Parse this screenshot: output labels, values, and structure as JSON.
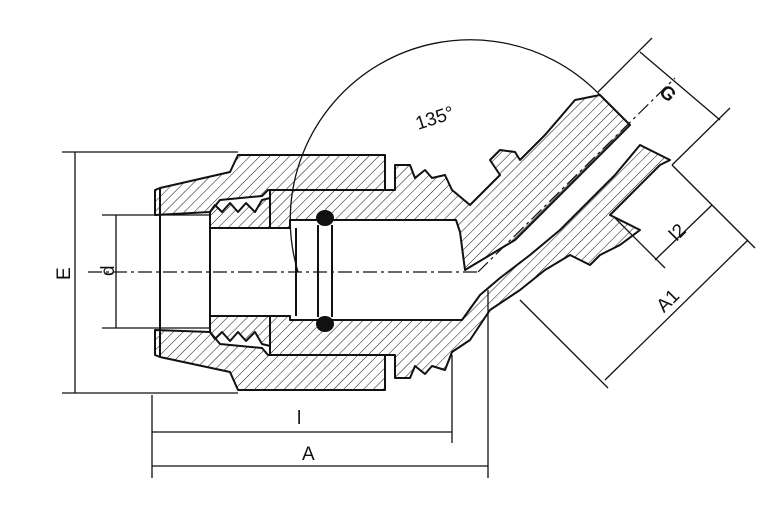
{
  "drawing": {
    "title": "45° elbow compression fitting – section view",
    "angle_label": "135°",
    "dimensions": {
      "E": "E",
      "d": "d",
      "l": "l",
      "A": "A",
      "G": "G",
      "l2": "l2",
      "A1": "A1"
    },
    "line_color": "#111111"
  }
}
